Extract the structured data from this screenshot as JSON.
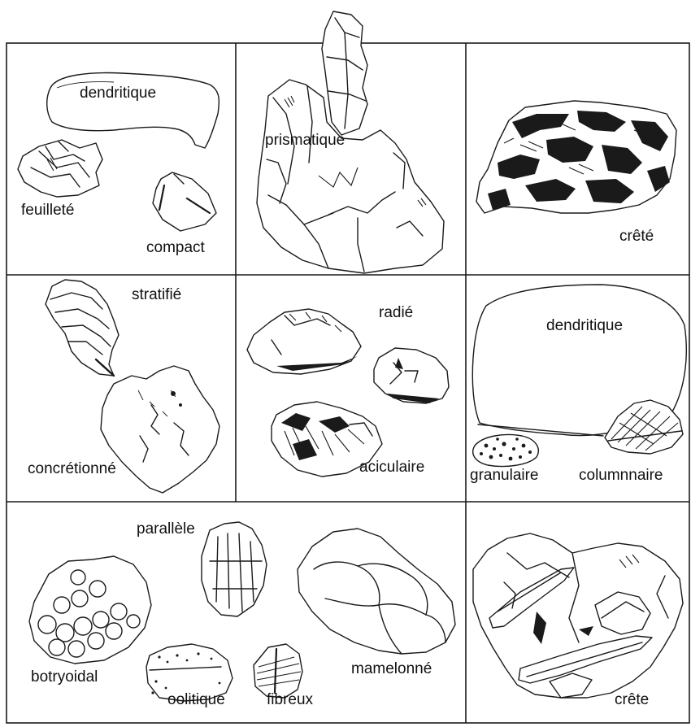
{
  "labels": {
    "dendritique_1": "dendritique",
    "feuillete": "feuilleté",
    "compact": "compact",
    "prismatique": "prismatique",
    "crete_1": "crêté",
    "stratifie": "stratifié",
    "concretionne": "concrétionné",
    "radie": "radié",
    "aciculaire": "aciculaire",
    "dendritique_2": "dendritique",
    "granulaire": "granulaire",
    "columnaire": "columnnaire",
    "parallele": "parallèle",
    "botryoidal": "botryoidal",
    "oolitique": "oolitique",
    "fibreux": "fibreux",
    "mamelonne": "mamelonné",
    "crete_2": "crête"
  }
}
